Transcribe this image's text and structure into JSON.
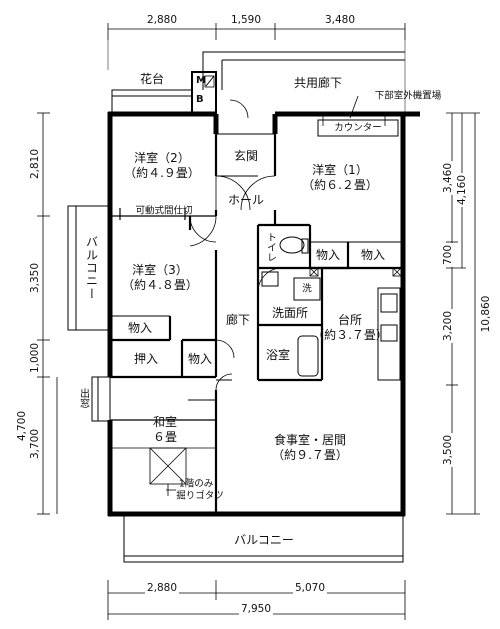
{
  "dimensions": {
    "top": [
      "2,880",
      "1,590",
      "3,480"
    ],
    "bottom": [
      "2,880",
      "5,070"
    ],
    "bottom_total": "7,950",
    "left_outer": [
      "2,810",
      "3,350",
      "1,000",
      "4,700"
    ],
    "left_inner": "3,700",
    "right_a": [
      "3,460",
      "700",
      "3,200",
      "3,500"
    ],
    "right_b": "4,160",
    "right_total": "10,860"
  },
  "rooms": {
    "western2": [
      "洋室（2）",
      "（約４.９畳）"
    ],
    "western1": [
      "洋室（1）",
      "（約６.２畳）"
    ],
    "western3": [
      "洋室（3）",
      "（約４.８畳）"
    ],
    "kitchen": [
      "台所",
      "（約３.７畳）"
    ],
    "dining": [
      "食事室・居間",
      "（約９.７畳）"
    ],
    "washitsu": [
      "和室",
      "６畳"
    ]
  },
  "labels": {
    "hanadai": "花台",
    "common_corridor": "共用廊下",
    "outdoor_unit": "下部室外機置場",
    "counter": "カウンター",
    "genkan": "玄関",
    "hall": "ホール",
    "partition": "可動式間仕切",
    "toilet": "トイレ",
    "storage": "物入",
    "oshiire": "押入",
    "corridor": "廊下",
    "washroom": "洗面所",
    "wash": "洗",
    "bath": "浴室",
    "balcony": "バルコニー",
    "bay_window": "出窓",
    "kotatsu": [
      "1階のみ",
      "掘りゴタツ"
    ],
    "mb_m": "M",
    "mb_b": "B"
  }
}
